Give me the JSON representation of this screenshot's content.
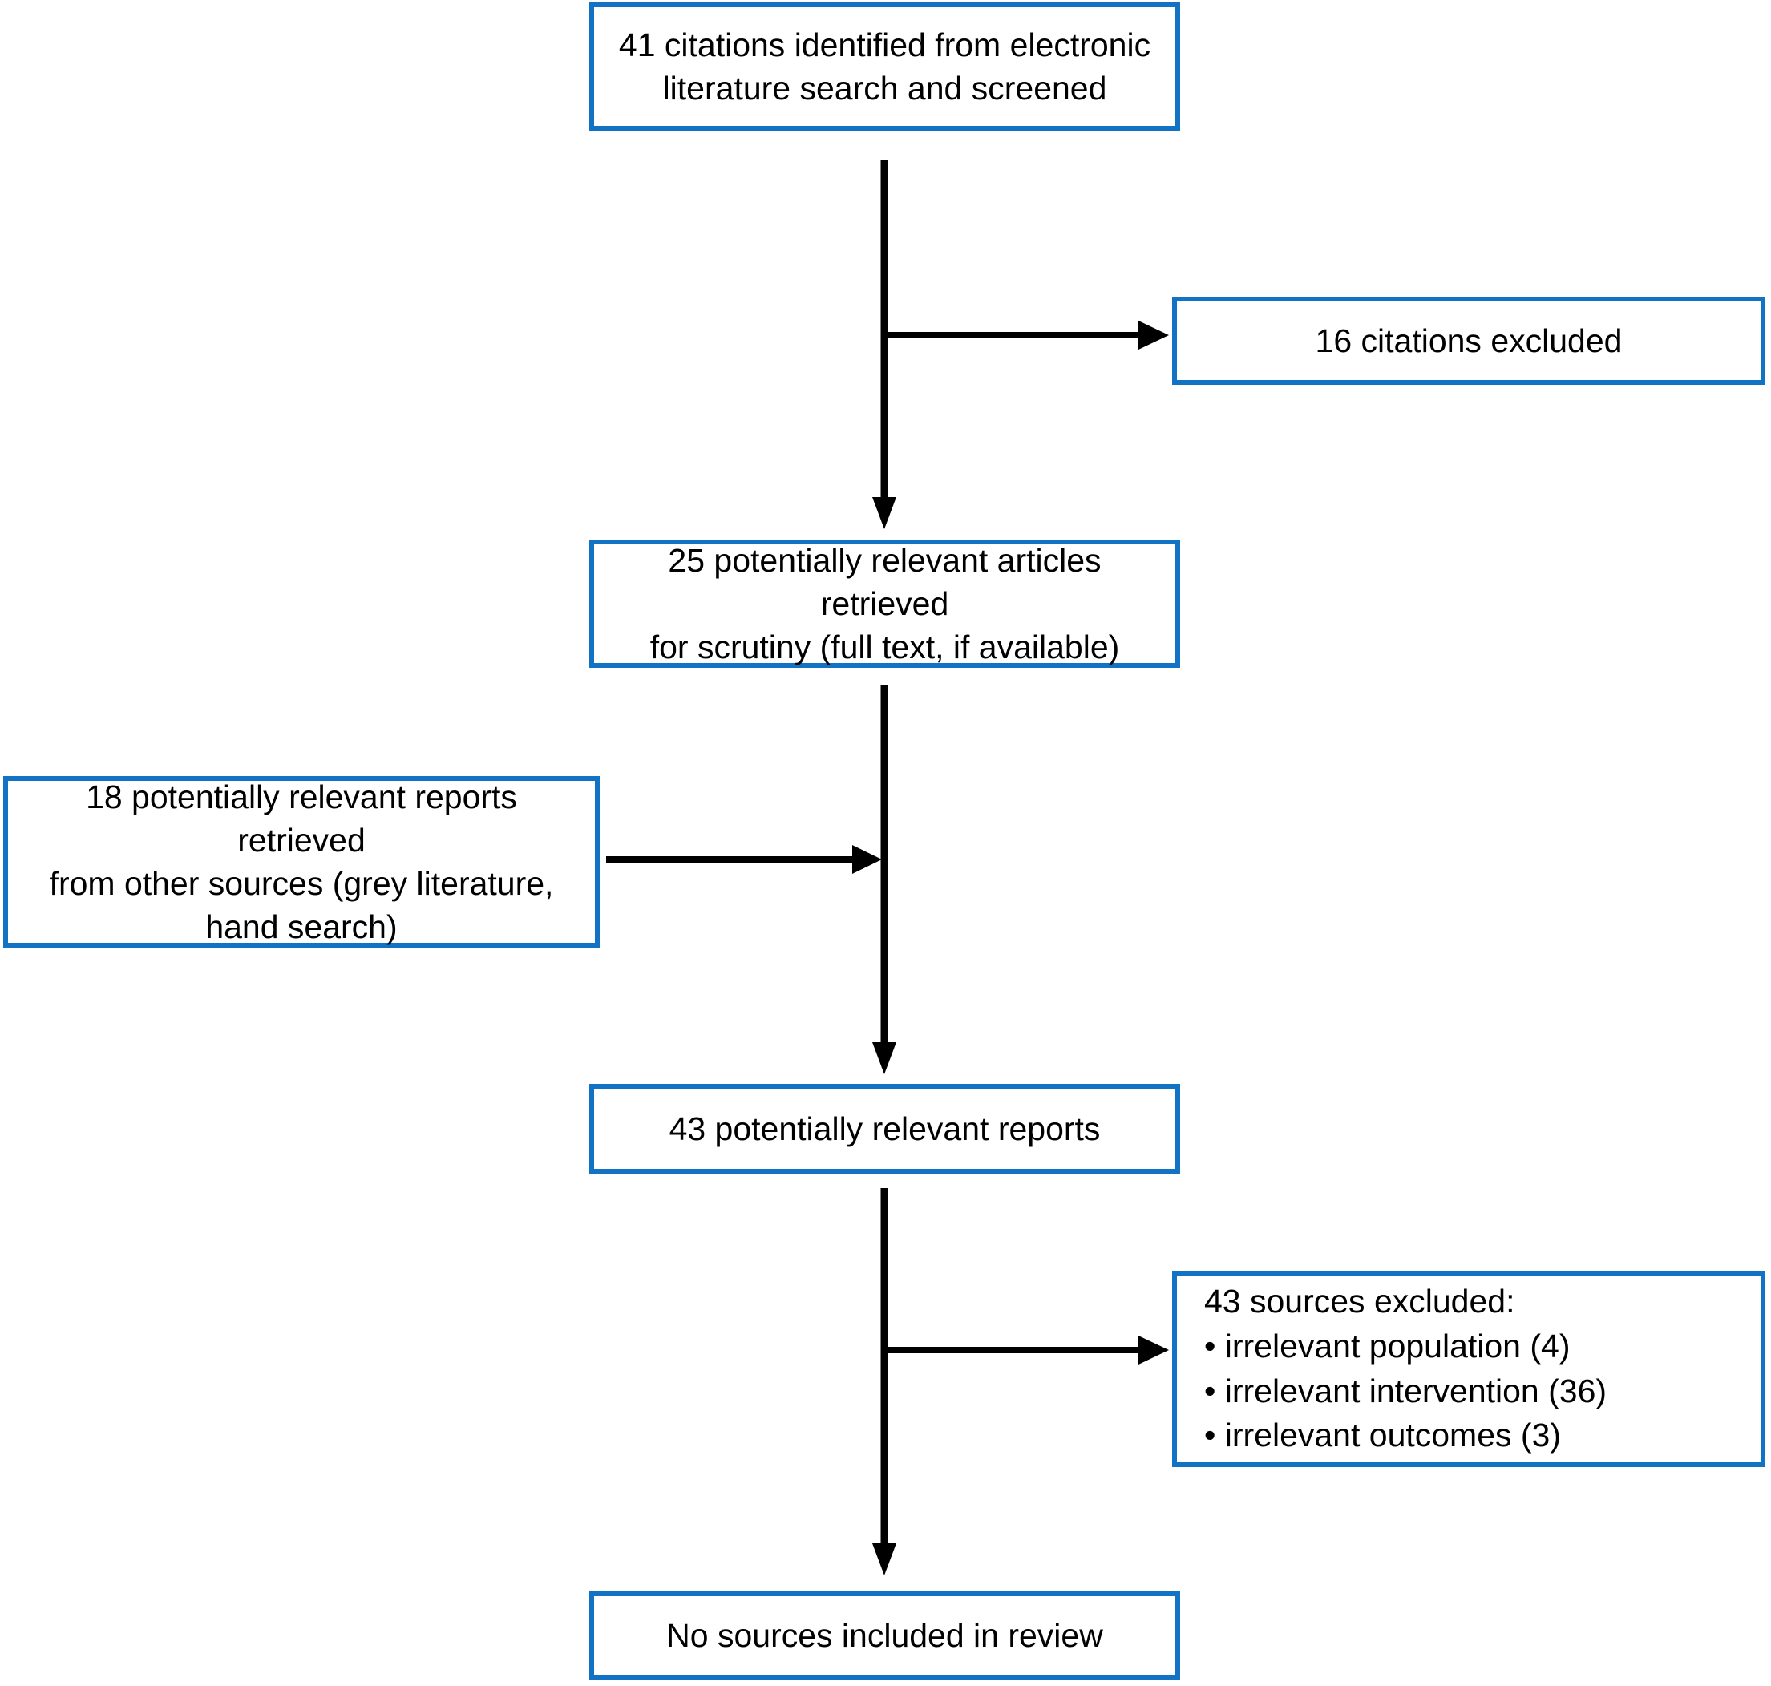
{
  "diagram": {
    "type": "prisma-flow-diagram",
    "accent_color": "#1272c3",
    "line_color": "#000000",
    "background_color": "#ffffff",
    "nodes": {
      "identified": "41 citations identified from electronic\nliterature search and screened",
      "excluded_citations": "16 citations excluded",
      "retrieved": "25 potentially relevant articles retrieved\nfor scrutiny (full text, if available)",
      "other_sources": "18 potentially relevant reports retrieved\nfrom other sources (grey literature,\nhand search)",
      "reports": "43 potentially relevant reports",
      "excluded_sources": {
        "heading": "43 sources excluded:",
        "items": [
          "• irrelevant population (4)",
          "• irrelevant intervention (36)",
          "• irrelevant outcomes (3)"
        ]
      },
      "included": "No sources included in review"
    },
    "counts": {
      "citations_identified": 41,
      "citations_excluded": 16,
      "articles_retrieved": 25,
      "reports_other_sources": 18,
      "reports_potentially_relevant": 43,
      "sources_excluded_total": 43,
      "excluded_irrelevant_population": 4,
      "excluded_irrelevant_intervention": 36,
      "excluded_irrelevant_outcomes": 3,
      "sources_included": 0
    }
  }
}
